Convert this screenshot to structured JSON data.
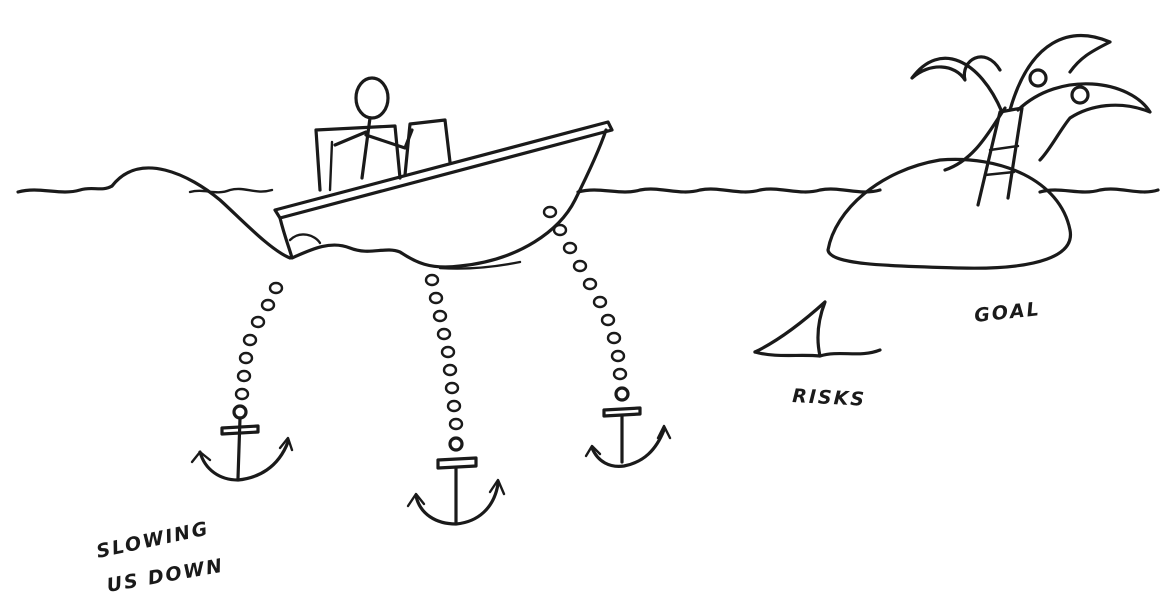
{
  "labels": {
    "goal": "GOAL",
    "risks": "RISKS",
    "slowing_line1": "SLOWING",
    "slowing_line2": "US DOWN"
  }
}
